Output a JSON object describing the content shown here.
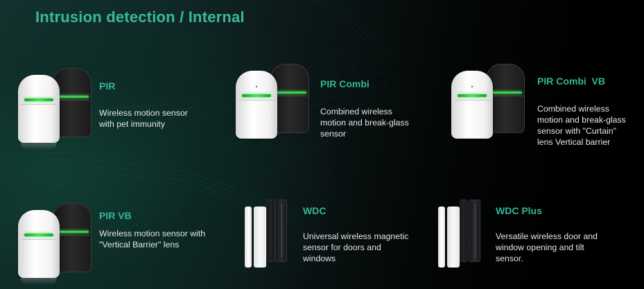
{
  "page": {
    "title": "Intrusion detection / Internal"
  },
  "colors": {
    "accent": "#35b596",
    "title": "#3bb89a",
    "text": "#e6e6e6",
    "background_left": "#143431",
    "background_right": "#000000",
    "led_green": "#39d04a"
  },
  "products": [
    {
      "name": "PIR",
      "description_lines": [
        "Wireless motion sensor",
        "with pet immunity"
      ],
      "image": "pir-sensor-icon"
    },
    {
      "name": "PIR Combi",
      "description_lines": [
        "Combined wireless",
        "motion and break-glass",
        "sensor"
      ],
      "image": "pir-combi-sensor-icon"
    },
    {
      "name": "PIR Combi  VB",
      "description_lines": [
        "Combined wireless",
        "motion and break-glass",
        "sensor with \"Curtain\"",
        "lens Vertical barrier"
      ],
      "image": "pir-combi-vb-sensor-icon"
    },
    {
      "name": "PIR VB",
      "description_lines": [
        "Wireless motion sensor with",
        "\"Vertical Barrier\" lens"
      ],
      "image": "pir-vb-sensor-icon"
    },
    {
      "name": "WDC",
      "description_lines": [
        "Universal wireless magnetic",
        "sensor for doors and",
        "windows"
      ],
      "image": "door-contact-sensor-icon"
    },
    {
      "name": "WDC Plus",
      "description_lines": [
        "Versatile wireless door and",
        "window opening and tilt",
        "sensor."
      ],
      "image": "door-contact-plus-sensor-icon"
    }
  ]
}
